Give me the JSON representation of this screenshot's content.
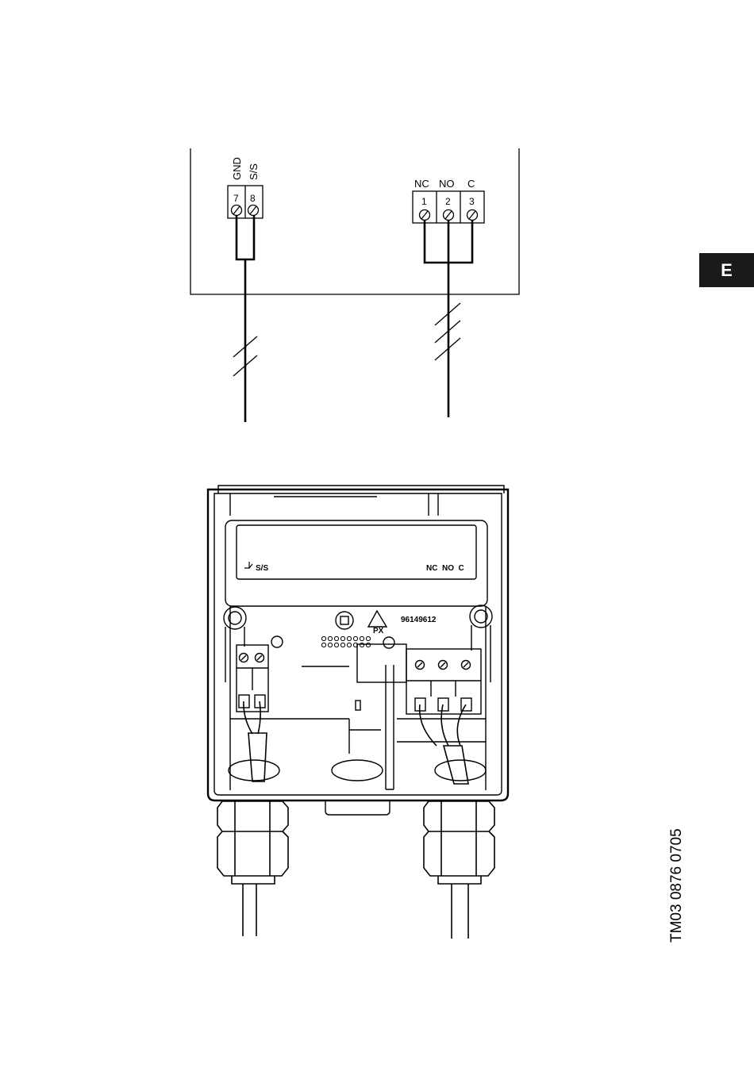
{
  "language_tab": "E",
  "doc_reference": "TM03 0876 0705",
  "schematic": {
    "left_terminals": [
      {
        "number": "7",
        "label": "GND"
      },
      {
        "number": "8",
        "label": "S/S"
      }
    ],
    "right_terminals": [
      {
        "number": "1",
        "label": "NC"
      },
      {
        "number": "2",
        "label": "NO"
      },
      {
        "number": "3",
        "label": "C"
      }
    ]
  },
  "device": {
    "label_left": "S/S",
    "label_right": "NC  NO  C",
    "part_number": "96149612",
    "marking": "PX"
  }
}
